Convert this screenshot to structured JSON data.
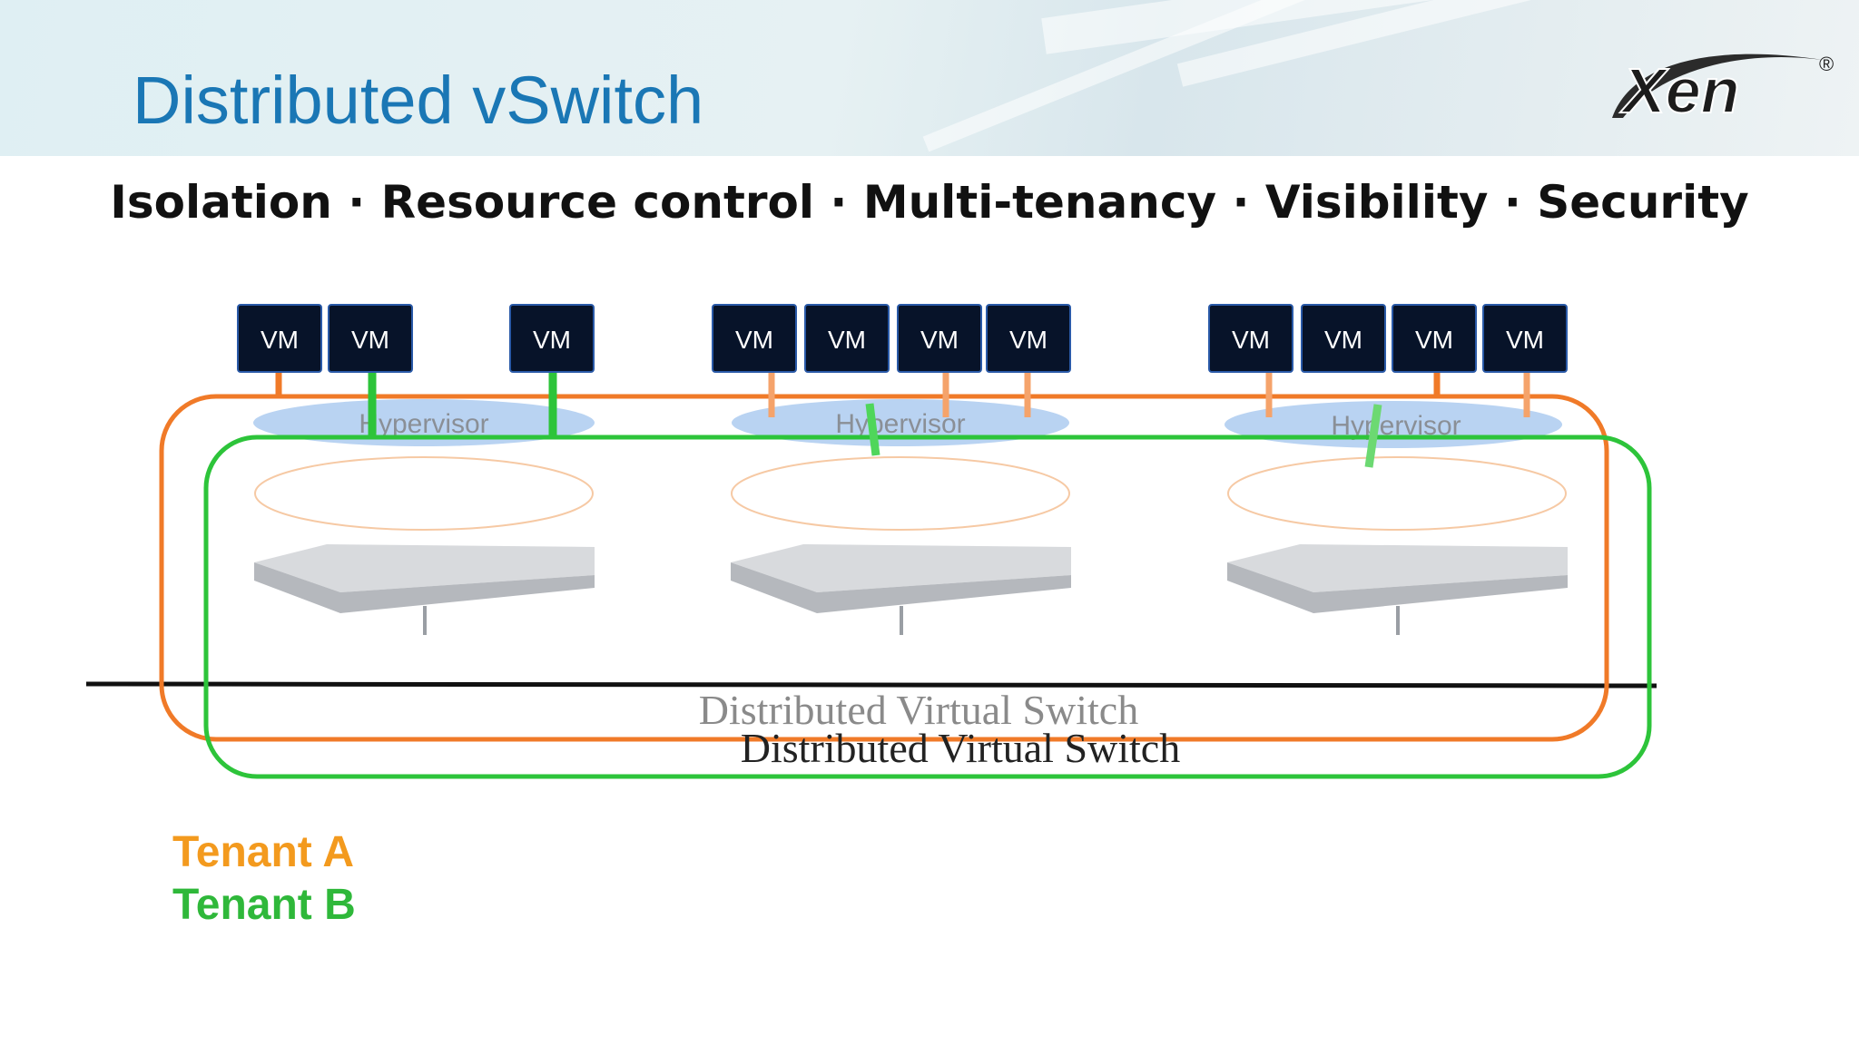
{
  "slide": {
    "title": "Distributed vSwitch",
    "subtitle": "Isolation · Resource control · Multi-tenancy · Visibility · Security",
    "logo_text": "Xen",
    "logo_mark": "®"
  },
  "diagram": {
    "vm_label": "VM",
    "hypervisor_label": "Hypervisor",
    "switch_labels": [
      "Distributed Virtual Switch",
      "Distributed Virtual Switch"
    ],
    "hosts": [
      {
        "vms": [
          "A",
          "B",
          "B"
        ]
      },
      {
        "vms": [
          "A",
          "B",
          "A",
          "A"
        ]
      },
      {
        "vms": [
          "A",
          "A",
          "A",
          "A"
        ]
      }
    ]
  },
  "legend": {
    "items": [
      {
        "label": "Tenant A",
        "color": "#f39a1e"
      },
      {
        "label": "Tenant B",
        "color": "#2fb83a"
      }
    ]
  },
  "colors": {
    "title": "#1a77b5",
    "tenant_a": "#f07a28",
    "tenant_b": "#2dc43a",
    "hypervisor": "#b9d3f2"
  }
}
